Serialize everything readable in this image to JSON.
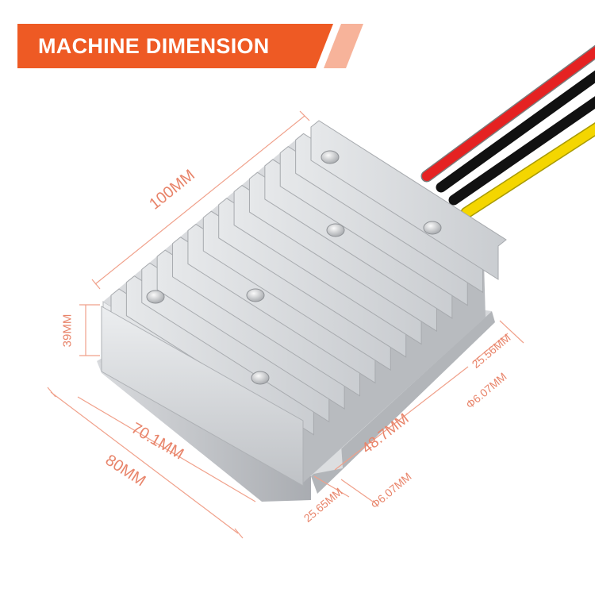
{
  "banner": {
    "title": "MACHINE DIMENSION"
  },
  "dimensions": {
    "length": "100MM",
    "height": "39MM",
    "width_inner": "70.1MM",
    "width_outer": "80MM",
    "hole_spacing": "48.7MM",
    "offset_right": "25.56MM",
    "hole_dia_right": "Φ6.07MM",
    "offset_bottom": "25.65MM",
    "hole_dia_bottom": "Φ6.07MM"
  },
  "colors": {
    "accent": "#ee5a24",
    "dimension_line": "#f0a08a",
    "aluminium": "#c8cacd"
  }
}
